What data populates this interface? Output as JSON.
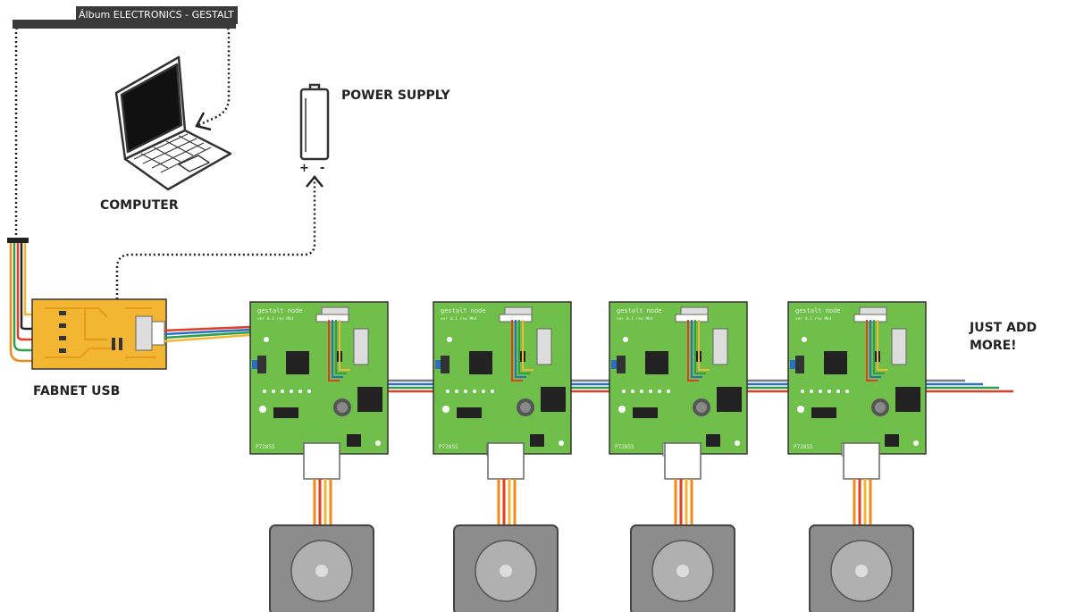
{
  "tooltip": {
    "text": "Álbum ELECTRONICS - GESTALT NODES"
  },
  "labels": {
    "computer": "COMPUTER",
    "power_supply": "POWER SUPPLY",
    "battery_plus": "+",
    "battery_minus": "-",
    "fabnet_usb": "FABNET USB",
    "just_add": "JUST ADD",
    "more": "MORE!"
  },
  "nodes": [
    {
      "title": "gestalt node",
      "sub": "ver 0.1 rev MK4",
      "part": "P72855"
    },
    {
      "title": "gestalt node",
      "sub": "ver 0.1 rev MK4",
      "part": "P72855"
    },
    {
      "title": "gestalt node",
      "sub": "ver 0.1 rev MK4",
      "part": "P72855"
    },
    {
      "title": "gestalt node",
      "sub": "ver 0.1 rev MK4",
      "part": "P72855"
    }
  ],
  "colors": {
    "board_green": "#6fbf4a",
    "fabnet_yellow": "#f2b632",
    "wire_red": "#e23b26",
    "wire_orange": "#f28a1a",
    "wire_blue": "#2b6fc2",
    "wire_green": "#2f9e4a",
    "motor_gray": "#8c8c8c"
  }
}
